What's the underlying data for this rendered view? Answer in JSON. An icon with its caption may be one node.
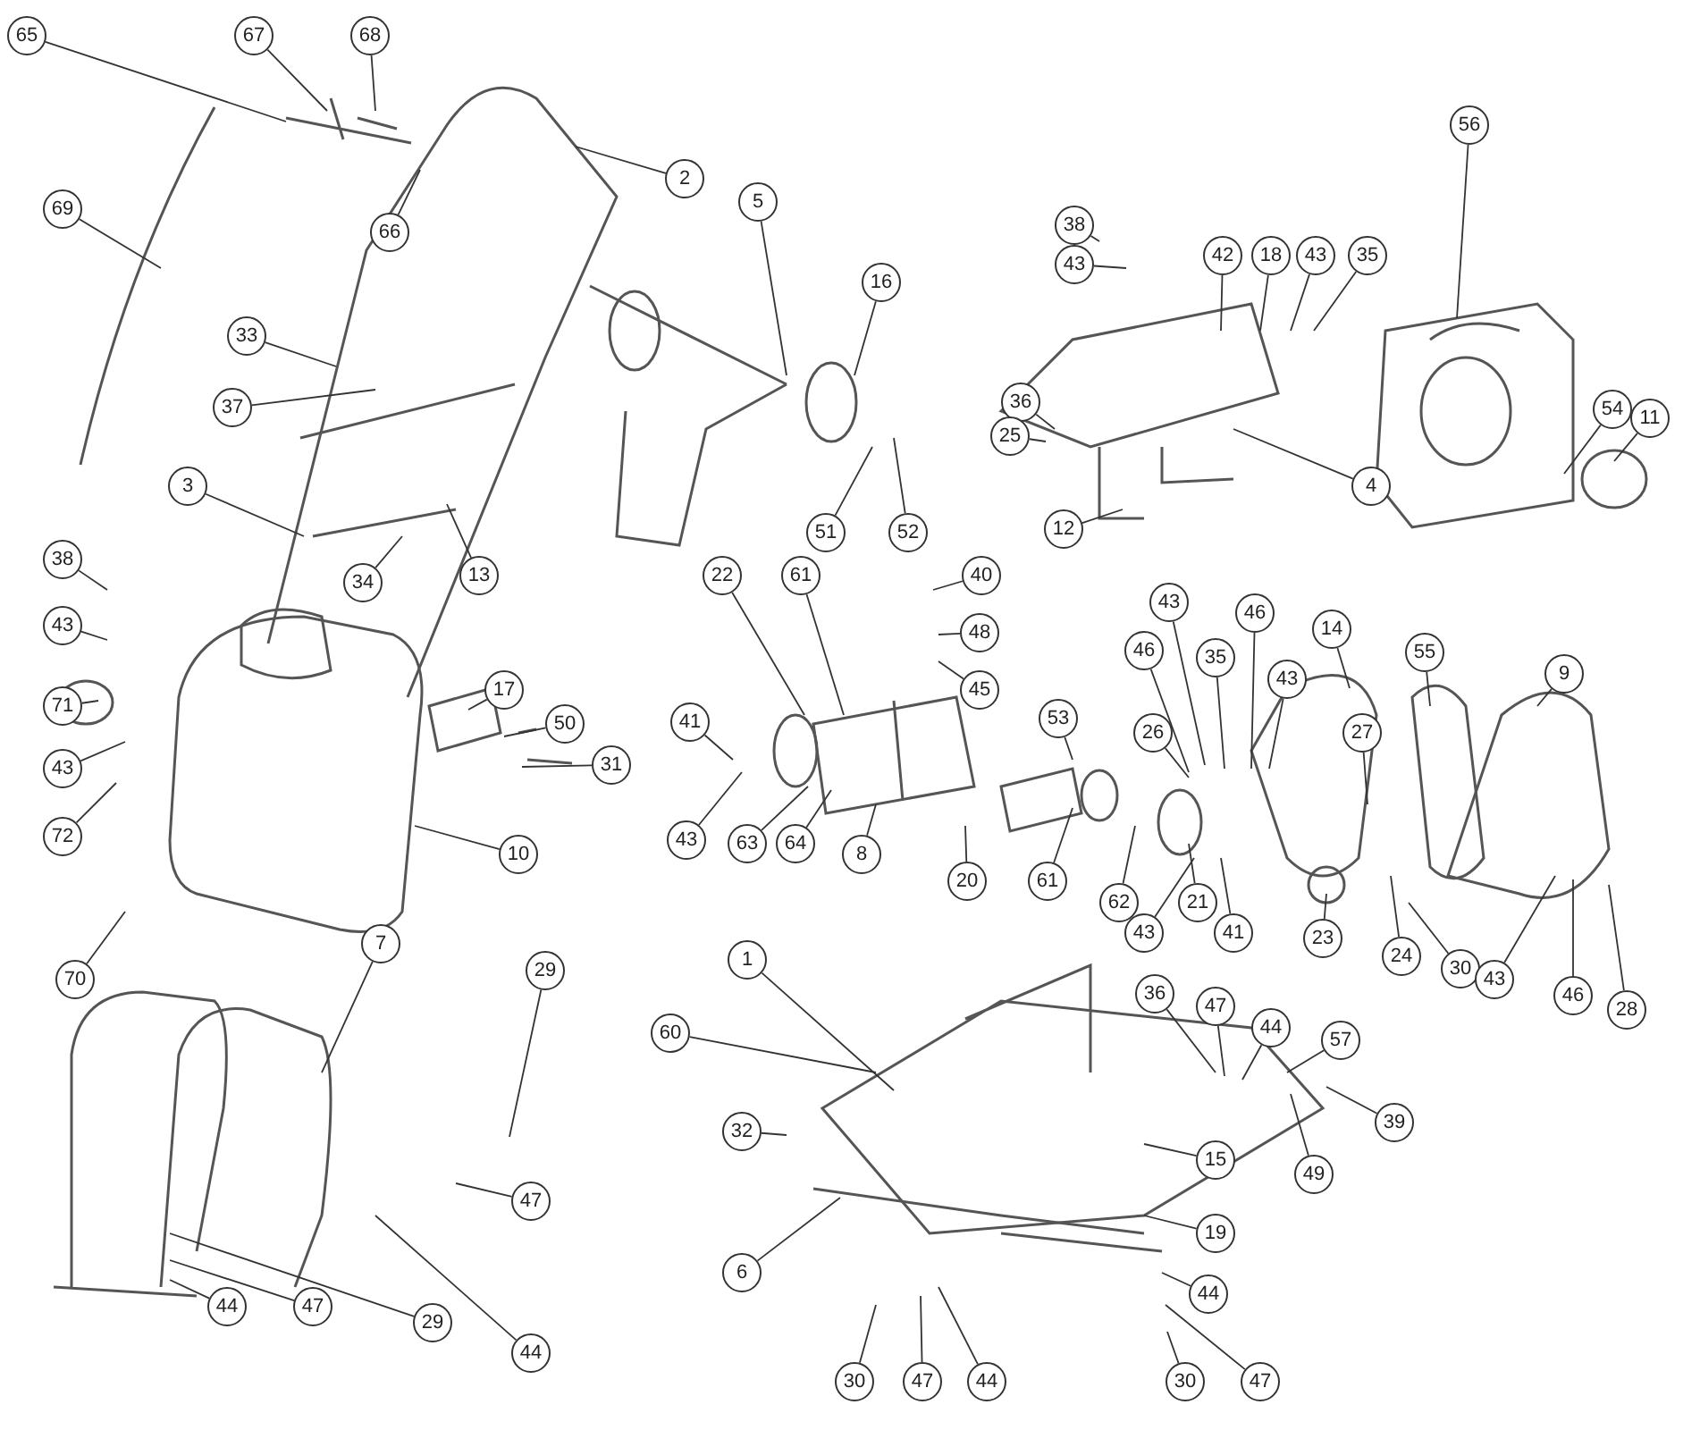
{
  "diagram": {
    "nodes": [
      {
        "text": [
          "65"
        ]
      },
      {
        "text": [
          "67"
        ]
      },
      {
        "text": [
          "68"
        ]
      },
      {
        "text": [
          "66"
        ]
      },
      {
        "text": [
          "2"
        ]
      },
      {
        "text": [
          "69"
        ]
      },
      {
        "text": [
          "33"
        ]
      },
      {
        "text": [
          "37"
        ]
      },
      {
        "text": [
          "3"
        ]
      },
      {
        "text": [
          "34"
        ]
      },
      {
        "text": [
          "13"
        ]
      },
      {
        "text": [
          "38"
        ]
      },
      {
        "text": [
          "43"
        ]
      },
      {
        "text": [
          "71"
        ]
      },
      {
        "text": [
          "43"
        ]
      },
      {
        "text": [
          "72"
        ]
      },
      {
        "text": [
          "17"
        ]
      },
      {
        "text": [
          "50"
        ]
      },
      {
        "text": [
          "31"
        ]
      },
      {
        "text": [
          "10"
        ]
      },
      {
        "text": [
          "70"
        ]
      },
      {
        "text": [
          "5"
        ]
      },
      {
        "text": [
          "16"
        ]
      },
      {
        "text": [
          "51"
        ]
      },
      {
        "text": [
          "52"
        ]
      },
      {
        "text": [
          "22"
        ]
      },
      {
        "text": [
          "61"
        ]
      },
      {
        "text": [
          "40"
        ]
      },
      {
        "text": [
          "48"
        ]
      },
      {
        "text": [
          "45"
        ]
      },
      {
        "text": [
          "41"
        ]
      },
      {
        "text": [
          "43"
        ]
      },
      {
        "text": [
          "63"
        ]
      },
      {
        "text": [
          "64"
        ]
      },
      {
        "text": [
          "8"
        ]
      },
      {
        "text": [
          "53"
        ]
      },
      {
        "text": [
          "20"
        ]
      },
      {
        "text": [
          "61"
        ]
      },
      {
        "text": [
          "62"
        ]
      },
      {
        "text": [
          "21"
        ]
      },
      {
        "text": [
          "38"
        ]
      },
      {
        "text": [
          "43"
        ]
      },
      {
        "text": [
          "42"
        ]
      },
      {
        "text": [
          "18"
        ]
      },
      {
        "text": [
          "43"
        ]
      },
      {
        "text": [
          "35"
        ]
      },
      {
        "text": [
          "36"
        ]
      },
      {
        "text": [
          "25"
        ]
      },
      {
        "text": [
          "4"
        ]
      },
      {
        "text": [
          "12"
        ]
      },
      {
        "text": [
          "56"
        ]
      },
      {
        "text": [
          "54"
        ]
      },
      {
        "text": [
          "11"
        ]
      },
      {
        "text": [
          "43"
        ]
      },
      {
        "text": [
          "46"
        ]
      },
      {
        "text": [
          "35"
        ]
      },
      {
        "text": [
          "46"
        ]
      },
      {
        "text": [
          "43"
        ]
      },
      {
        "text": [
          "14"
        ]
      },
      {
        "text": [
          "55"
        ]
      },
      {
        "text": [
          "9"
        ]
      },
      {
        "text": [
          "26"
        ]
      },
      {
        "text": [
          "27"
        ]
      },
      {
        "text": [
          "43"
        ]
      },
      {
        "text": [
          "41"
        ]
      },
      {
        "text": [
          "23"
        ]
      },
      {
        "text": [
          "24"
        ]
      },
      {
        "text": [
          "30"
        ]
      },
      {
        "text": [
          "43"
        ]
      },
      {
        "text": [
          "46"
        ]
      },
      {
        "text": [
          "28"
        ]
      },
      {
        "text": [
          "1"
        ]
      },
      {
        "text": [
          "60"
        ]
      },
      {
        "text": [
          "36"
        ]
      },
      {
        "text": [
          "47"
        ]
      },
      {
        "text": [
          "44"
        ]
      },
      {
        "text": [
          "57"
        ]
      },
      {
        "text": [
          "39"
        ]
      },
      {
        "text": [
          "49"
        ]
      },
      {
        "text": [
          "32"
        ]
      },
      {
        "text": [
          "15"
        ]
      },
      {
        "text": [
          "19"
        ]
      },
      {
        "text": [
          "6"
        ]
      },
      {
        "text": [
          "44"
        ]
      },
      {
        "text": [
          "47"
        ]
      },
      {
        "text": [
          "30"
        ]
      },
      {
        "text": [
          "30"
        ]
      },
      {
        "text": [
          "47"
        ]
      },
      {
        "text": [
          "44"
        ]
      },
      {
        "text": [
          "7"
        ]
      },
      {
        "text": [
          "29"
        ]
      },
      {
        "text": [
          "47"
        ]
      },
      {
        "text": [
          "44"
        ]
      },
      {
        "text": [
          "29"
        ]
      },
      {
        "text": [
          "47"
        ]
      },
      {
        "text": [
          "44"
        ]
      }
    ],
    "edges": [
      {
        "from": 0,
        "to": null,
        "arrow": "none"
      },
      {
        "from": 1,
        "to": null,
        "arrow": "none"
      },
      {
        "from": 2,
        "to": null,
        "arrow": "none"
      },
      {
        "from": 3,
        "to": null,
        "arrow": "none"
      },
      {
        "from": 4,
        "to": null,
        "arrow": "none"
      },
      {
        "from": 5,
        "to": null,
        "arrow": "none"
      },
      {
        "from": 6,
        "to": null,
        "arrow": "none"
      },
      {
        "from": 7,
        "to": null,
        "arrow": "none"
      },
      {
        "from": 8,
        "to": null,
        "arrow": "none"
      },
      {
        "from": 9,
        "to": null,
        "arrow": "none"
      },
      {
        "from": 10,
        "to": null,
        "arrow": "none"
      },
      {
        "from": 11,
        "to": null,
        "arrow": "none"
      },
      {
        "from": 12,
        "to": null,
        "arrow": "none"
      },
      {
        "from": 13,
        "to": null,
        "arrow": "none"
      },
      {
        "from": 14,
        "to": null,
        "arrow": "none"
      },
      {
        "from": 15,
        "to": null,
        "arrow": "none"
      },
      {
        "from": 16,
        "to": null,
        "arrow": "none"
      },
      {
        "from": 17,
        "to": null,
        "arrow": "none"
      },
      {
        "from": 18,
        "to": null,
        "arrow": "none"
      },
      {
        "from": 19,
        "to": null,
        "arrow": "none"
      },
      {
        "from": 20,
        "to": null,
        "arrow": "none"
      },
      {
        "from": 21,
        "to": null,
        "arrow": "none"
      },
      {
        "from": 22,
        "to": null,
        "arrow": "none"
      },
      {
        "from": 23,
        "to": null,
        "arrow": "none"
      },
      {
        "from": 24,
        "to": null,
        "arrow": "none"
      },
      {
        "from": 25,
        "to": null,
        "arrow": "none"
      },
      {
        "from": 26,
        "to": null,
        "arrow": "none"
      },
      {
        "from": 27,
        "to": null,
        "arrow": "none"
      },
      {
        "from": 28,
        "to": null,
        "arrow": "none"
      },
      {
        "from": 29,
        "to": null,
        "arrow": "none"
      },
      {
        "from": 30,
        "to": null,
        "arrow": "none"
      },
      {
        "from": 31,
        "to": null,
        "arrow": "none"
      },
      {
        "from": 32,
        "to": null,
        "arrow": "none"
      },
      {
        "from": 33,
        "to": null,
        "arrow": "none"
      },
      {
        "from": 34,
        "to": null,
        "arrow": "none"
      },
      {
        "from": 35,
        "to": null,
        "arrow": "none"
      },
      {
        "from": 36,
        "to": null,
        "arrow": "none"
      },
      {
        "from": 37,
        "to": null,
        "arrow": "none"
      },
      {
        "from": 38,
        "to": null,
        "arrow": "none"
      },
      {
        "from": 39,
        "to": null,
        "arrow": "none"
      },
      {
        "from": 40,
        "to": null,
        "arrow": "none"
      },
      {
        "from": 41,
        "to": null,
        "arrow": "none"
      },
      {
        "from": 42,
        "to": null,
        "arrow": "none"
      },
      {
        "from": 43,
        "to": null,
        "arrow": "none"
      },
      {
        "from": 44,
        "to": null,
        "arrow": "none"
      },
      {
        "from": 45,
        "to": null,
        "arrow": "none"
      },
      {
        "from": 46,
        "to": null,
        "arrow": "none"
      },
      {
        "from": 47,
        "to": null,
        "arrow": "none"
      },
      {
        "from": 48,
        "to": null,
        "arrow": "none"
      },
      {
        "from": 49,
        "to": null,
        "arrow": "none"
      },
      {
        "from": 50,
        "to": null,
        "arrow": "none"
      },
      {
        "from": 51,
        "to": null,
        "arrow": "none"
      },
      {
        "from": 52,
        "to": null,
        "arrow": "none"
      },
      {
        "from": 53,
        "to": null,
        "arrow": "none"
      },
      {
        "from": 54,
        "to": null,
        "arrow": "none"
      },
      {
        "from": 55,
        "to": null,
        "arrow": "none"
      },
      {
        "from": 56,
        "to": null,
        "arrow": "none"
      },
      {
        "from": 57,
        "to": null,
        "arrow": "none"
      },
      {
        "from": 58,
        "to": null,
        "arrow": "none"
      },
      {
        "from": 59,
        "to": null,
        "arrow": "none"
      },
      {
        "from": 60,
        "to": null,
        "arrow": "none"
      },
      {
        "from": 61,
        "to": null,
        "arrow": "none"
      },
      {
        "from": 62,
        "to": null,
        "arrow": "none"
      },
      {
        "from": 63,
        "to": null,
        "arrow": "none"
      },
      {
        "from": 64,
        "to": null,
        "arrow": "none"
      },
      {
        "from": 65,
        "to": null,
        "arrow": "none"
      },
      {
        "from": 66,
        "to": null,
        "arrow": "none"
      },
      {
        "from": 67,
        "to": null,
        "arrow": "none"
      },
      {
        "from": 68,
        "to": null,
        "arrow": "none"
      },
      {
        "from": 69,
        "to": null,
        "arrow": "none"
      },
      {
        "from": 70,
        "to": null,
        "arrow": "none"
      },
      {
        "from": 71,
        "to": null,
        "arrow": "none"
      },
      {
        "from": 72,
        "to": null,
        "arrow": "none"
      },
      {
        "from": 73,
        "to": null,
        "arrow": "none"
      },
      {
        "from": 74,
        "to": null,
        "arrow": "none"
      },
      {
        "from": 75,
        "to": null,
        "arrow": "none"
      },
      {
        "from": 76,
        "to": null,
        "arrow": "none"
      },
      {
        "from": 77,
        "to": null,
        "arrow": "none"
      },
      {
        "from": 78,
        "to": null,
        "arrow": "none"
      },
      {
        "from": 79,
        "to": null,
        "arrow": "none"
      },
      {
        "from": 80,
        "to": null,
        "arrow": "none"
      },
      {
        "from": 81,
        "to": null,
        "arrow": "none"
      },
      {
        "from": 82,
        "to": null,
        "arrow": "none"
      },
      {
        "from": 83,
        "to": null,
        "arrow": "none"
      },
      {
        "from": 84,
        "to": null,
        "arrow": "none"
      },
      {
        "from": 85,
        "to": null,
        "arrow": "none"
      },
      {
        "from": 86,
        "to": null,
        "arrow": "none"
      },
      {
        "from": 87,
        "to": null,
        "arrow": "none"
      },
      {
        "from": 88,
        "to": null,
        "arrow": "none"
      },
      {
        "from": 89,
        "to": null,
        "arrow": "none"
      },
      {
        "from": 90,
        "to": null,
        "arrow": "none"
      },
      {
        "from": 91,
        "to": null,
        "arrow": "none"
      },
      {
        "from": 92,
        "to": null,
        "arrow": "none"
      },
      {
        "from": 93,
        "to": null,
        "arrow": "none"
      },
      {
        "from": 94,
        "to": null,
        "arrow": "none"
      },
      {
        "from": 95,
        "to": null,
        "arrow": "none"
      }
    ]
  }
}
